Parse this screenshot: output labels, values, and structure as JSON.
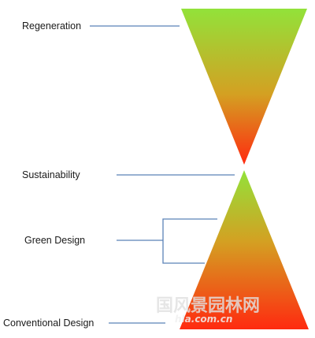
{
  "labels": {
    "regeneration": "Regeneration",
    "sustainability": "Sustainability",
    "green_design": "Green Design",
    "conventional_design": "Conventional Design"
  },
  "watermark": {
    "site_name": "国风景园林网",
    "site_url": "hla.com.cn"
  },
  "colors": {
    "gradient_green": "#92e23a",
    "gradient_orange": "#d4a022",
    "gradient_red": "#ff2a10",
    "connector_line": "#5b82b8",
    "text": "#1a1a1a"
  }
}
